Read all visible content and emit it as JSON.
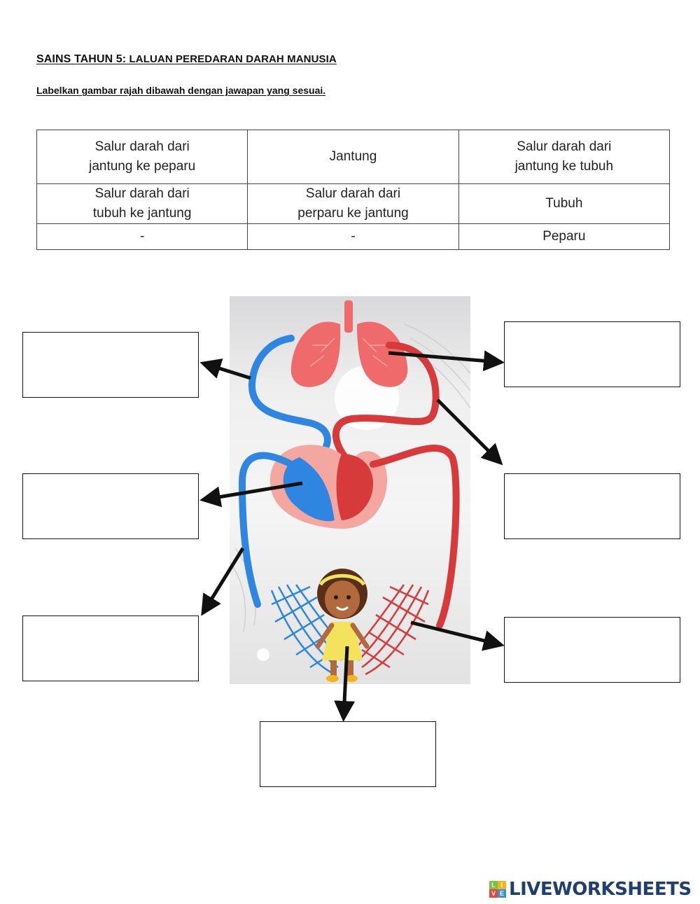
{
  "header": {
    "title_prefix": "SAINS TAHUN 5:",
    "title_rest": " LALUAN PEREDARAN DARAH MANUSIA",
    "instruction": "Labelkan gambar rajah dibawah dengan jawapan yang sesuai."
  },
  "word_bank": {
    "rows": [
      [
        "Salur darah dari\njantung ke peparu",
        "Jantung",
        "Salur darah dari\njantung ke tubuh"
      ],
      [
        "Salur darah dari\ntubuh ke jantung",
        "Salur darah dari\nperparu ke jantung",
        "Tubuh"
      ],
      [
        "-",
        "-",
        "Peparu"
      ]
    ]
  },
  "diagram": {
    "icon": "blood-circulation-diagram",
    "colors": {
      "oxygenated": "#d63a3a",
      "deoxygenated": "#2f86e0",
      "lungs": "#ef6b6b",
      "skin": "#8a4b2a",
      "dress": "#f2e25c"
    }
  },
  "answer_boxes": {
    "count_left": 3,
    "count_right": 3,
    "count_bottom": 1
  },
  "footer": {
    "brand": "LIVEWORKSHEETS",
    "mark_letters": [
      "L",
      "I",
      "V",
      "E"
    ],
    "mark_colors": [
      "#7cc242",
      "#f2b51c",
      "#e8453c",
      "#3a8fd6"
    ]
  }
}
